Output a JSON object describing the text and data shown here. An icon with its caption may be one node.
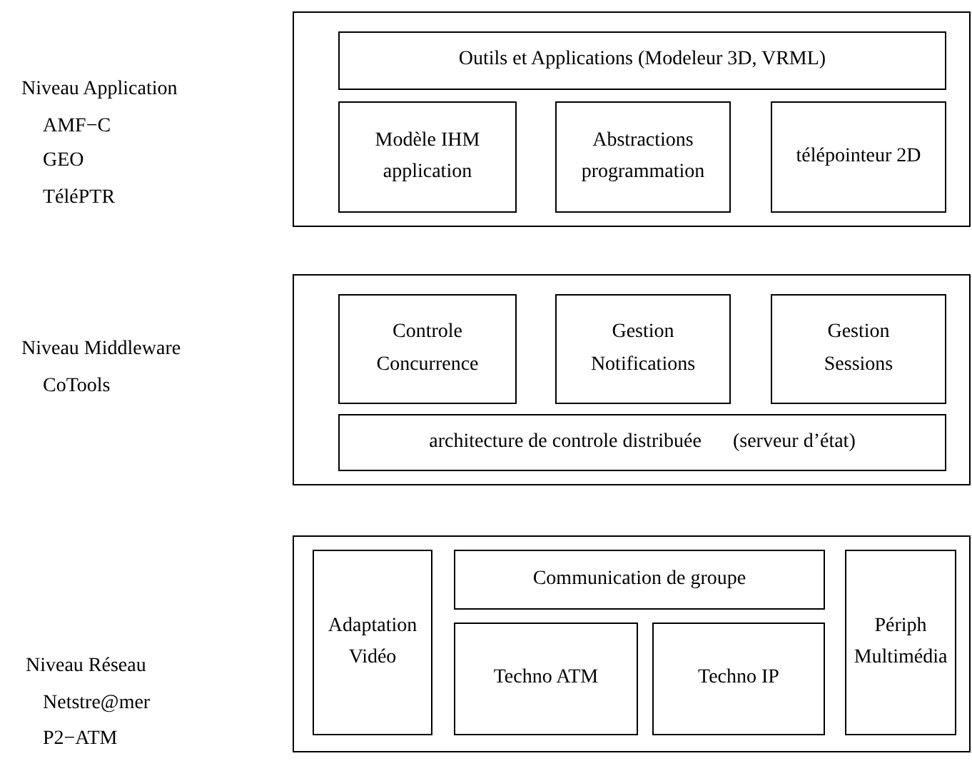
{
  "diagram": {
    "nodes": [
      {
        "text": [],
        "shape": "box"
      },
      {
        "text": [
          "Outils et Applications (Modeleur 3D, VRML)"
        ],
        "in": 0
      },
      {
        "text": [
          "Modèle  IHM application"
        ],
        "in": 0
      },
      {
        "text": [
          "Abstractions programmation"
        ],
        "in": 0
      },
      {
        "text": [
          "télépointeur 2D"
        ],
        "in": 0
      },
      {
        "text": [],
        "shape": "box"
      },
      {
        "text": [
          "Controle Concurrence"
        ],
        "in": 5
      },
      {
        "text": [
          "Gestion Notifications"
        ],
        "in": 5
      },
      {
        "text": [
          "Gestion Sessions"
        ],
        "in": 5
      },
      {
        "text": [
          "architecture de controle distribuée",
          "(serveur d’état)"
        ],
        "in": 5
      },
      {
        "text": [],
        "shape": "box"
      },
      {
        "text": [
          "Adaptation Vidéo"
        ],
        "in": 10
      },
      {
        "text": [
          "Communication de groupe"
        ],
        "in": 10
      },
      {
        "text": [
          "Techno ATM"
        ],
        "in": 10
      },
      {
        "text": [
          "Techno IP"
        ],
        "in": 10
      },
      {
        "text": [
          "Périph Multimédia"
        ],
        "in": 10
      }
    ],
    "labels": [
      "Niveau Application",
      "AMF−C",
      "GEO",
      "TéléPTR",
      "Niveau Middleware",
      "CoTools",
      "Niveau Réseau",
      "Netstre@mer",
      "P2−ATM"
    ]
  }
}
